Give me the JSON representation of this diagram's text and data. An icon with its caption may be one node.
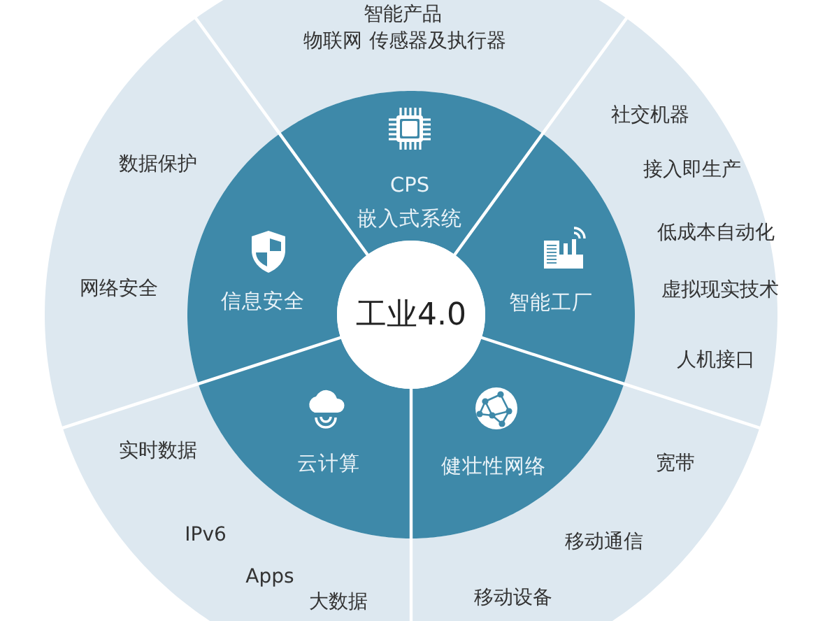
{
  "diagram": {
    "nodes": [
      {
        "text": [
          "工业4.0"
        ]
      },
      {
        "text": [
          "CPS",
          "嵌入式系统"
        ]
      },
      {
        "text": [
          "智能工厂"
        ]
      },
      {
        "text": [
          "健壮性网络"
        ]
      },
      {
        "text": [
          "云计算"
        ]
      },
      {
        "text": [
          "信息安全"
        ]
      },
      {
        "text": [
          "智能产品",
          "物联网",
          "传感器及执行器"
        ]
      },
      {
        "text": [
          "社交机器",
          "接入即生产",
          "低成本自动化",
          "虚拟现实技术",
          "人机接口"
        ]
      },
      {
        "text": [
          "宽带",
          "移动通信",
          "移动设备"
        ]
      },
      {
        "text": [
          "实时数据",
          "IPv6",
          "Apps",
          "大数据"
        ]
      },
      {
        "text": [
          "数据保护",
          "网络安全"
        ]
      }
    ]
  }
}
